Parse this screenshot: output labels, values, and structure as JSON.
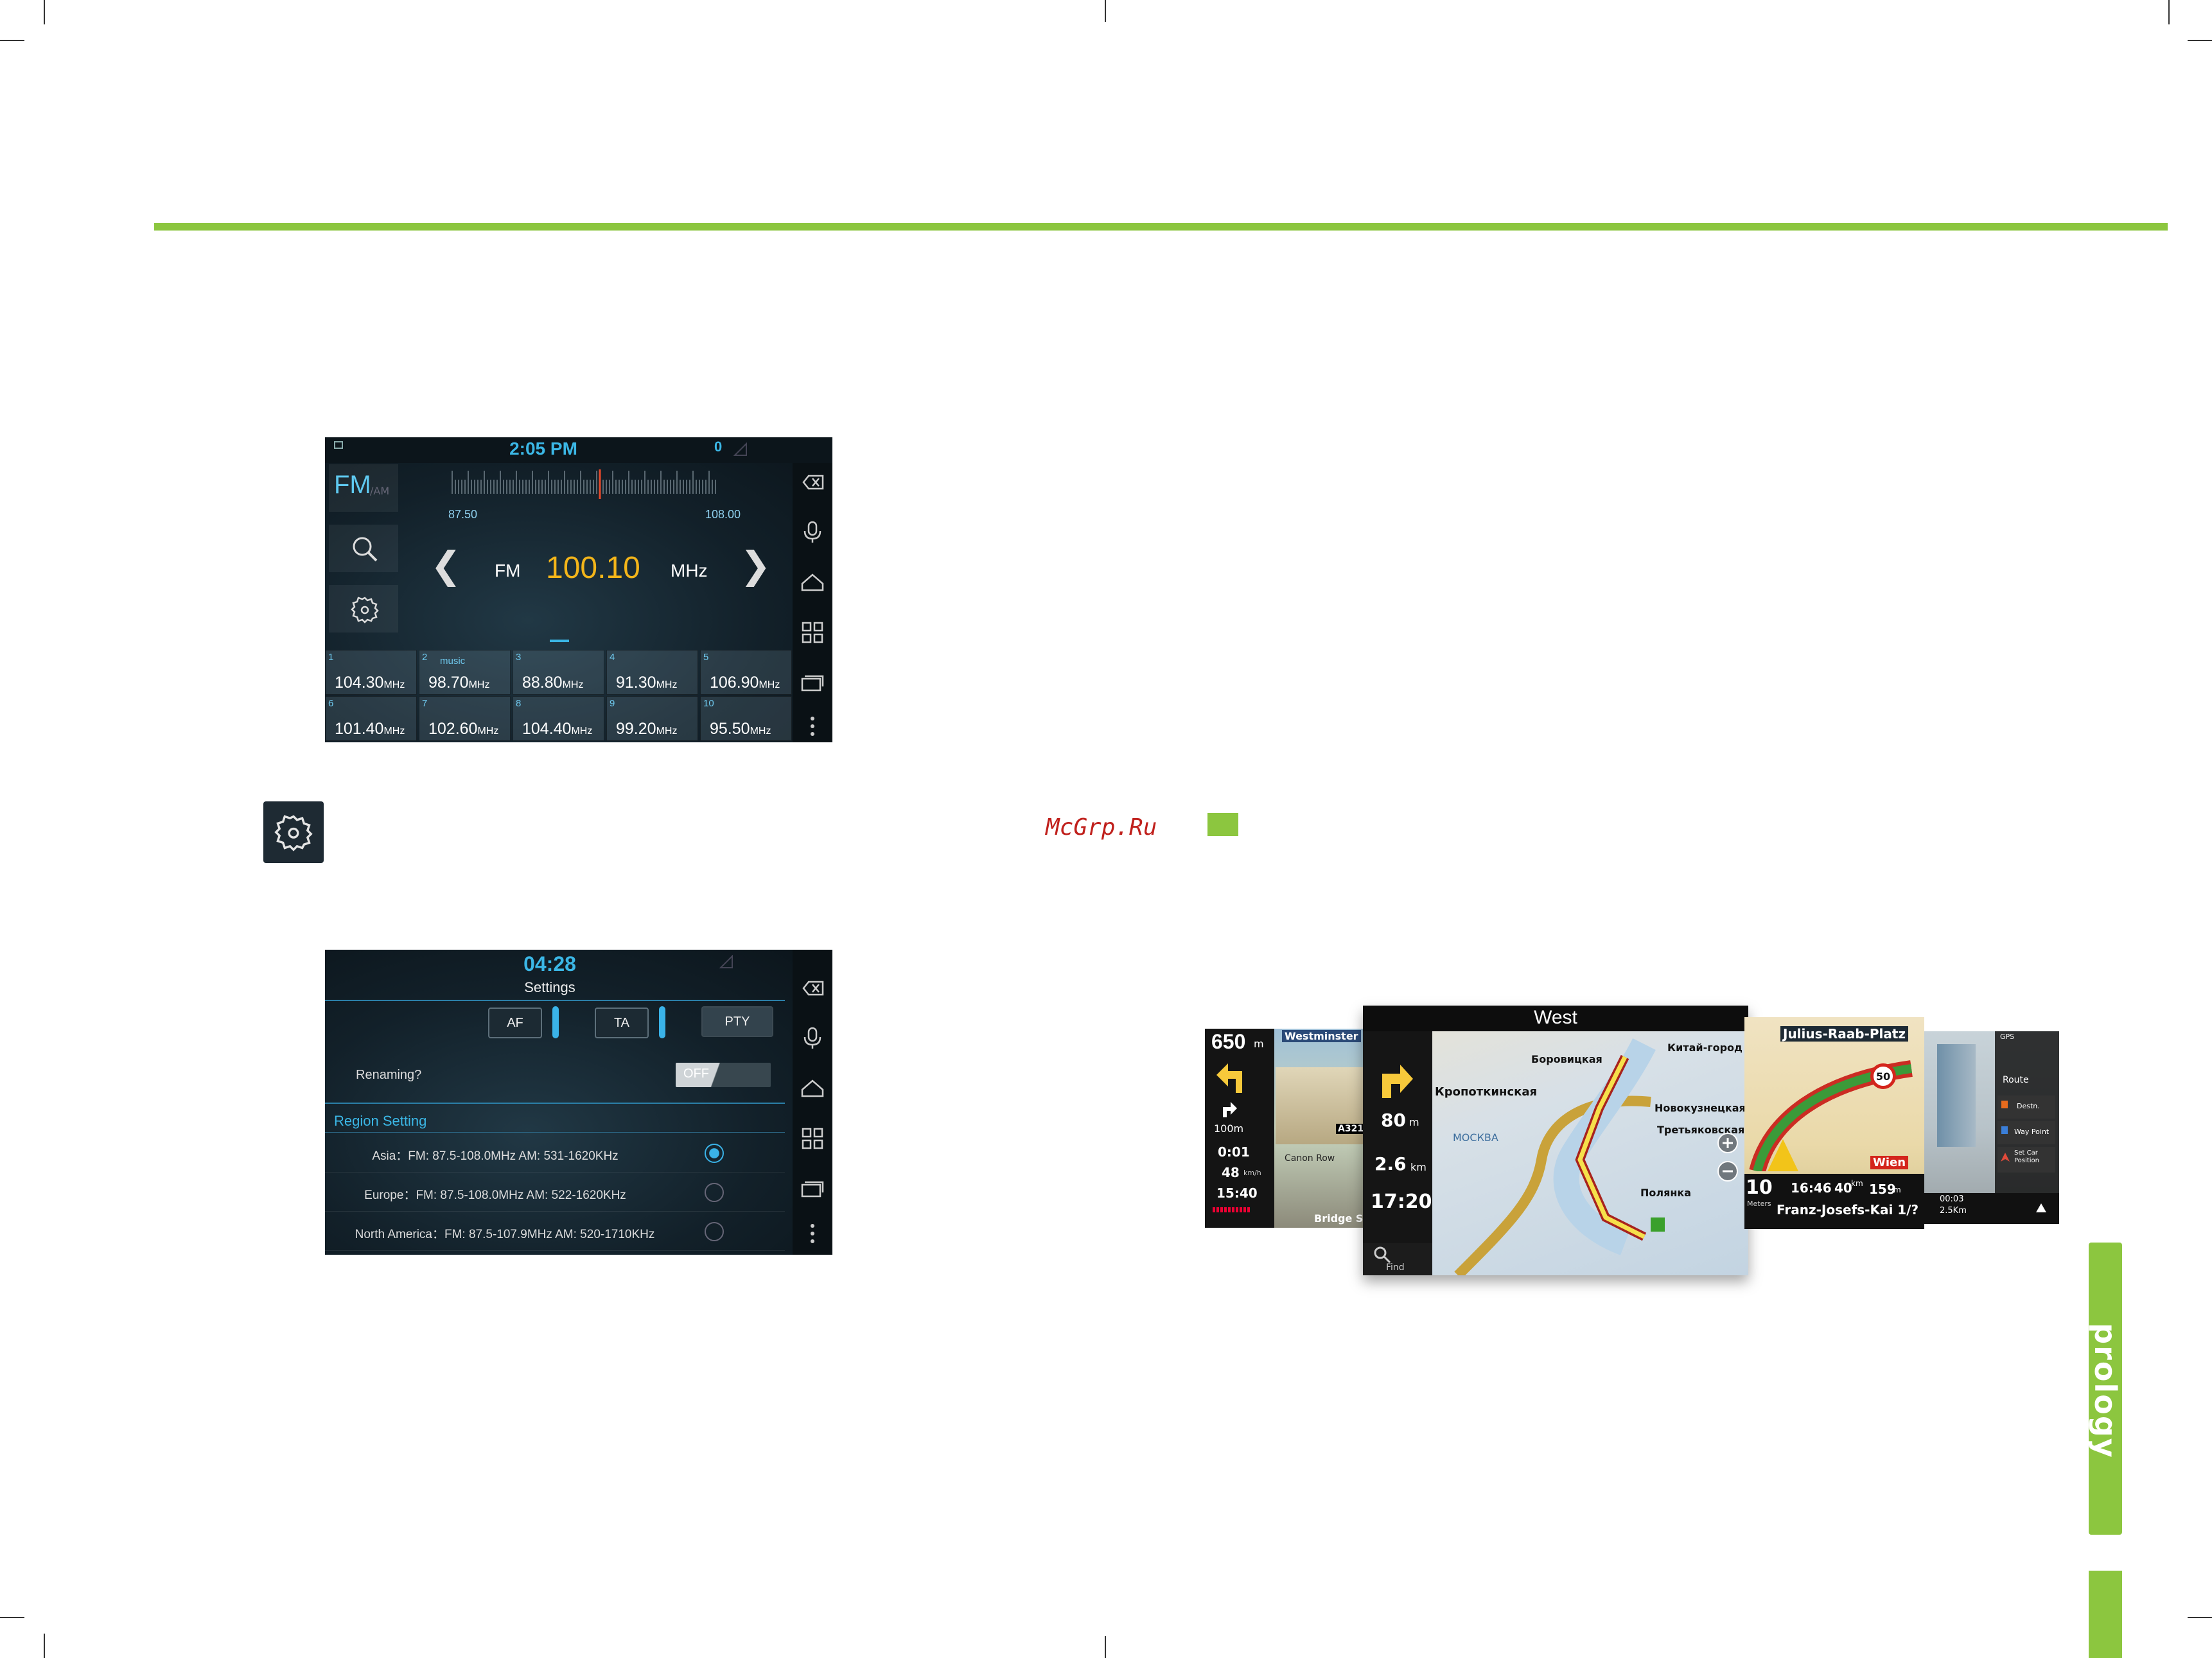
{
  "watermark": "McGrp.Ru",
  "brand_logo": "prology",
  "radio": {
    "status_time": "2:05 PM",
    "status_badge": "0",
    "band": "FM",
    "band_alt": "/AM",
    "range_min": "87.50",
    "range_max": "108.00",
    "freq_band": "FM",
    "frequency": "100.10",
    "unit": "MHz",
    "unit_small": "MHz",
    "presets": [
      {
        "num": "1",
        "ps": "",
        "freq": "104.30"
      },
      {
        "num": "2",
        "ps": "music",
        "freq": "98.70"
      },
      {
        "num": "3",
        "ps": "",
        "freq": "88.80"
      },
      {
        "num": "4",
        "ps": "",
        "freq": "91.30"
      },
      {
        "num": "5",
        "ps": "",
        "freq": "106.90"
      },
      {
        "num": "6",
        "ps": "",
        "freq": "101.40"
      },
      {
        "num": "7",
        "ps": "",
        "freq": "102.60"
      },
      {
        "num": "8",
        "ps": "",
        "freq": "104.40"
      },
      {
        "num": "9",
        "ps": "",
        "freq": "99.20"
      },
      {
        "num": "10",
        "ps": "",
        "freq": "95.50"
      }
    ]
  },
  "settings": {
    "time": "04:28",
    "title": "Settings",
    "af": "AF",
    "ta": "TA",
    "pty": "PTY",
    "renaming_label": "Renaming?",
    "renaming_value": "OFF",
    "region_heading": "Region Setting",
    "regions": [
      {
        "label": "Asia：FM: 87.5-108.0MHz AM: 531-1620KHz",
        "selected": true
      },
      {
        "label": "Europe：FM: 87.5-108.0MHz AM: 522-1620KHz",
        "selected": false
      },
      {
        "label": "North America：FM: 87.5-107.9MHz AM: 520-1710KHz",
        "selected": false
      }
    ]
  },
  "navigation_collage": {
    "tile1": {
      "distance": "650",
      "distance_unit": "m",
      "street": "Westminster",
      "sub_distance": "100m",
      "road": "A321",
      "place": "Canon Row",
      "t1": "0:01",
      "speed": "48",
      "speed_unit": "km/h",
      "t2": "15:40",
      "bottom": "Bridge S"
    },
    "tile2": {
      "heading": "West",
      "d1": "80",
      "d1_unit": "m",
      "d2": "2.6",
      "d2_unit": "km",
      "arrival": "17:20",
      "find": "Find",
      "labels": [
        "Боровицкая",
        "Китай-город",
        "Кропоткинская",
        "Новокузнецкая",
        "Третьяковская",
        "МОСКВА",
        "Полянка"
      ]
    },
    "tile3": {
      "street": "Julius-Raab-Platz",
      "speed_limit": "50",
      "place": "Wien",
      "time": "16:46",
      "d1": "40",
      "d1_unit": "km",
      "d2": "159",
      "d2_unit": "m",
      "road": "Franz-Josefs-Kai 1/?",
      "left_num": "10",
      "meters": "Meters"
    },
    "tile4": {
      "gps": "GPS",
      "route": "Route",
      "dest": "Destn.",
      "waypoint": "Way Point",
      "setcar": "Set Car Position",
      "time": "00:03",
      "dist": "2.5Km"
    }
  }
}
